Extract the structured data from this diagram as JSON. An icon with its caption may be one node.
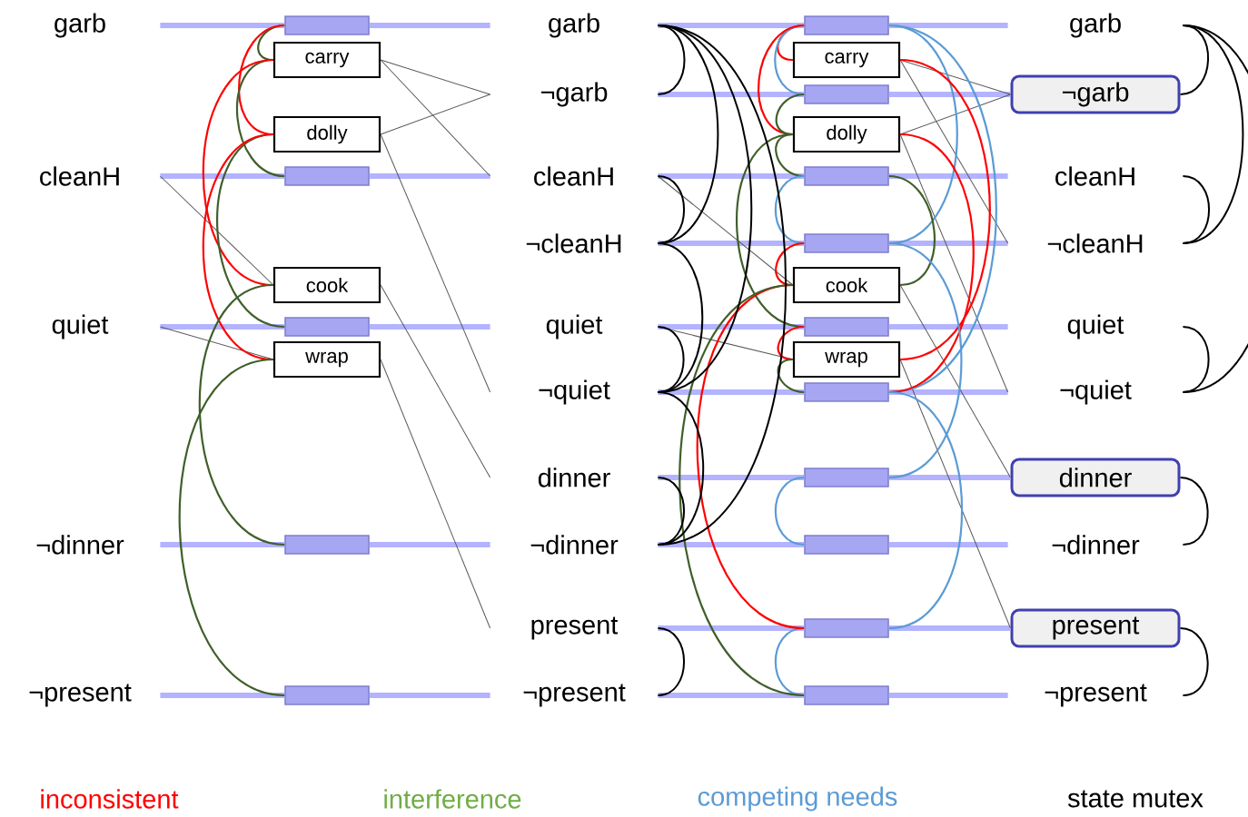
{
  "diagram": {
    "nodes": [
      {
        "text": [
          "garb"
        ]
      },
      {
        "text": [
          "cleanH"
        ]
      },
      {
        "text": [
          "quiet"
        ]
      },
      {
        "text": [
          "¬dinner"
        ]
      },
      {
        "text": [
          "¬present"
        ]
      },
      {
        "text": [],
        "shape": "bar"
      },
      {
        "text": [
          "carry"
        ]
      },
      {
        "text": [
          "dolly"
        ]
      },
      {
        "text": [],
        "shape": "bar"
      },
      {
        "text": [
          "cook"
        ]
      },
      {
        "text": [],
        "shape": "bar"
      },
      {
        "text": [
          "wrap"
        ]
      },
      {
        "text": [],
        "shape": "bar"
      },
      {
        "text": [],
        "shape": "bar"
      },
      {
        "text": [
          "garb"
        ]
      },
      {
        "text": [
          "¬garb"
        ]
      },
      {
        "text": [
          "cleanH"
        ]
      },
      {
        "text": [
          "¬cleanH"
        ]
      },
      {
        "text": [
          "quiet"
        ]
      },
      {
        "text": [
          "¬quiet"
        ]
      },
      {
        "text": [
          "dinner"
        ]
      },
      {
        "text": [
          "¬dinner"
        ]
      },
      {
        "text": [
          "present"
        ]
      },
      {
        "text": [
          "¬present"
        ]
      },
      {
        "text": [],
        "shape": "bar"
      },
      {
        "text": [
          "carry"
        ]
      },
      {
        "text": [],
        "shape": "bar"
      },
      {
        "text": [
          "dolly"
        ]
      },
      {
        "text": [],
        "shape": "bar"
      },
      {
        "text": [],
        "shape": "bar"
      },
      {
        "text": [
          "cook"
        ]
      },
      {
        "text": [],
        "shape": "bar"
      },
      {
        "text": [
          "wrap"
        ]
      },
      {
        "text": [],
        "shape": "bar"
      },
      {
        "text": [],
        "shape": "bar"
      },
      {
        "text": [],
        "shape": "bar"
      },
      {
        "text": [],
        "shape": "bar"
      },
      {
        "text": [],
        "shape": "bar"
      },
      {
        "text": [
          "garb"
        ]
      },
      {
        "text": [
          "¬garb"
        ]
      },
      {
        "text": [
          "cleanH"
        ]
      },
      {
        "text": [
          "¬cleanH"
        ]
      },
      {
        "text": [
          "quiet"
        ]
      },
      {
        "text": [
          "¬quiet"
        ]
      },
      {
        "text": [
          "dinner"
        ]
      },
      {
        "text": [
          "¬dinner"
        ]
      },
      {
        "text": [
          "present"
        ]
      },
      {
        "text": [
          "¬present"
        ]
      }
    ],
    "edges": [
      {
        "from": 0,
        "to": 5,
        "arrow": "none",
        "style": "thick",
        "color": "#b3b3ff"
      },
      {
        "from": 5,
        "to": 14,
        "arrow": "none",
        "style": "thick",
        "color": "#b3b3ff"
      },
      {
        "from": 1,
        "to": 8,
        "arrow": "none",
        "style": "thick",
        "color": "#b3b3ff"
      },
      {
        "from": 8,
        "to": 16,
        "arrow": "none",
        "style": "thick",
        "color": "#b3b3ff"
      },
      {
        "from": 2,
        "to": 10,
        "arrow": "none",
        "style": "thick",
        "color": "#b3b3ff"
      },
      {
        "from": 10,
        "to": 18,
        "arrow": "none",
        "style": "thick",
        "color": "#b3b3ff"
      },
      {
        "from": 3,
        "to": 12,
        "arrow": "none",
        "style": "thick",
        "color": "#b3b3ff"
      },
      {
        "from": 12,
        "to": 21,
        "arrow": "none",
        "style": "thick",
        "color": "#b3b3ff"
      },
      {
        "from": 4,
        "to": 13,
        "arrow": "none",
        "style": "thick",
        "color": "#b3b3ff"
      },
      {
        "from": 13,
        "to": 23,
        "arrow": "none",
        "style": "thick",
        "color": "#b3b3ff"
      },
      {
        "from": 14,
        "to": 24,
        "arrow": "none",
        "style": "thick",
        "color": "#b3b3ff"
      },
      {
        "from": 24,
        "to": 38,
        "arrow": "none",
        "style": "thick",
        "color": "#b3b3ff"
      },
      {
        "from": 15,
        "to": 26,
        "arrow": "none",
        "style": "thick",
        "color": "#b3b3ff"
      },
      {
        "from": 26,
        "to": 39,
        "arrow": "none",
        "style": "thick",
        "color": "#b3b3ff"
      },
      {
        "from": 16,
        "to": 28,
        "arrow": "none",
        "style": "thick",
        "color": "#b3b3ff"
      },
      {
        "from": 28,
        "to": 40,
        "arrow": "none",
        "style": "thick",
        "color": "#b3b3ff"
      },
      {
        "from": 17,
        "to": 29,
        "arrow": "none",
        "style": "thick",
        "color": "#b3b3ff"
      },
      {
        "from": 29,
        "to": 41,
        "arrow": "none",
        "style": "thick",
        "color": "#b3b3ff"
      },
      {
        "from": 18,
        "to": 31,
        "arrow": "none",
        "style": "thick",
        "color": "#b3b3ff"
      },
      {
        "from": 31,
        "to": 42,
        "arrow": "none",
        "style": "thick",
        "color": "#b3b3ff"
      },
      {
        "from": 19,
        "to": 33,
        "arrow": "none",
        "style": "thick",
        "color": "#b3b3ff"
      },
      {
        "from": 33,
        "to": 43,
        "arrow": "none",
        "style": "thick",
        "color": "#b3b3ff"
      },
      {
        "from": 20,
        "to": 34,
        "arrow": "none",
        "style": "thick",
        "color": "#b3b3ff"
      },
      {
        "from": 34,
        "to": 44,
        "arrow": "none",
        "style": "thick",
        "color": "#b3b3ff"
      },
      {
        "from": 21,
        "to": 35,
        "arrow": "none",
        "style": "thick",
        "color": "#b3b3ff"
      },
      {
        "from": 35,
        "to": 45,
        "arrow": "none",
        "style": "thick",
        "color": "#b3b3ff"
      },
      {
        "from": 22,
        "to": 36,
        "arrow": "none",
        "style": "thick",
        "color": "#b3b3ff"
      },
      {
        "from": 36,
        "to": 46,
        "arrow": "none",
        "style": "thick",
        "color": "#b3b3ff"
      },
      {
        "from": 23,
        "to": 37,
        "arrow": "none",
        "style": "thick",
        "color": "#b3b3ff"
      },
      {
        "from": 37,
        "to": 47,
        "arrow": "none",
        "style": "thick",
        "color": "#b3b3ff"
      },
      {
        "from": 6,
        "to": 15,
        "arrow": "none",
        "color": "#5a5a5a"
      },
      {
        "from": 6,
        "to": 16,
        "arrow": "none",
        "color": "#5a5a5a"
      },
      {
        "from": 7,
        "to": 15,
        "arrow": "none",
        "color": "#5a5a5a"
      },
      {
        "from": 7,
        "to": 19,
        "arrow": "none",
        "color": "#5a5a5a"
      },
      {
        "from": 1,
        "to": 9,
        "arrow": "none",
        "color": "#5a5a5a"
      },
      {
        "from": 9,
        "to": 20,
        "arrow": "none",
        "color": "#5a5a5a"
      },
      {
        "from": 2,
        "to": 11,
        "arrow": "none",
        "color": "#5a5a5a"
      },
      {
        "from": 11,
        "to": 22,
        "arrow": "none",
        "color": "#5a5a5a"
      },
      {
        "from": 25,
        "to": 39,
        "arrow": "none",
        "color": "#5a5a5a"
      },
      {
        "from": 25,
        "to": 41,
        "arrow": "none",
        "color": "#5a5a5a"
      },
      {
        "from": 27,
        "to": 39,
        "arrow": "none",
        "color": "#5a5a5a"
      },
      {
        "from": 27,
        "to": 43,
        "arrow": "none",
        "color": "#5a5a5a"
      },
      {
        "from": 16,
        "to": 30,
        "arrow": "none",
        "color": "#5a5a5a"
      },
      {
        "from": 30,
        "to": 44,
        "arrow": "none",
        "color": "#5a5a5a"
      },
      {
        "from": 18,
        "to": 32,
        "arrow": "none",
        "color": "#5a5a5a"
      },
      {
        "from": 32,
        "to": 46,
        "arrow": "none",
        "color": "#5a5a5a"
      },
      {
        "from": 5,
        "to": 6,
        "arrow": "none",
        "color": "#3f5f2a"
      },
      {
        "from": 5,
        "to": 7,
        "arrow": "none",
        "color": "#ff0000"
      },
      {
        "from": 6,
        "to": 8,
        "arrow": "none",
        "color": "#3f5f2a"
      },
      {
        "from": 6,
        "to": 9,
        "arrow": "none",
        "color": "#ff0000"
      },
      {
        "from": 7,
        "to": 10,
        "arrow": "none",
        "color": "#3f5f2a"
      },
      {
        "from": 7,
        "to": 11,
        "arrow": "none",
        "color": "#ff0000"
      },
      {
        "from": 9,
        "to": 12,
        "arrow": "none",
        "color": "#3f5f2a"
      },
      {
        "from": 11,
        "to": 13,
        "arrow": "none",
        "color": "#3f5f2a"
      },
      {
        "from": 24,
        "to": 25,
        "arrow": "none",
        "color": "#ff0000"
      },
      {
        "from": 24,
        "to": 26,
        "arrow": "none",
        "color": "#5b9bd5"
      },
      {
        "from": 24,
        "to": 27,
        "arrow": "none",
        "color": "#ff0000"
      },
      {
        "from": 26,
        "to": 27,
        "arrow": "none",
        "color": "#3f5f2a"
      },
      {
        "from": 27,
        "to": 28,
        "arrow": "none",
        "color": "#3f5f2a"
      },
      {
        "from": 28,
        "to": 29,
        "arrow": "none",
        "color": "#5b9bd5"
      },
      {
        "from": 27,
        "to": 31,
        "arrow": "none",
        "color": "#3f5f2a"
      },
      {
        "from": 29,
        "to": 30,
        "arrow": "none",
        "color": "#ff0000"
      },
      {
        "from": 31,
        "to": 32,
        "arrow": "none",
        "color": "#ff0000"
      },
      {
        "from": 32,
        "to": 33,
        "arrow": "none",
        "color": "#3f5f2a"
      },
      {
        "from": 34,
        "to": 35,
        "arrow": "none",
        "color": "#5b9bd5"
      },
      {
        "from": 36,
        "to": 37,
        "arrow": "none",
        "color": "#5b9bd5"
      },
      {
        "from": 30,
        "to": 36,
        "arrow": "none",
        "color": "#ff0000"
      },
      {
        "from": 30,
        "to": 37,
        "arrow": "none",
        "color": "#3f5f2a"
      },
      {
        "from": 24,
        "to": 29,
        "arrow": "none",
        "color": "#5b9bd5"
      },
      {
        "from": 24,
        "to": 33,
        "arrow": "none",
        "color": "#5b9bd5"
      },
      {
        "from": 25,
        "to": 32,
        "arrow": "none",
        "color": "#ff0000"
      },
      {
        "from": 27,
        "to": 33,
        "arrow": "none",
        "color": "#ff0000"
      },
      {
        "from": 28,
        "to": 30,
        "arrow": "none",
        "color": "#3f5f2a"
      },
      {
        "from": 29,
        "to": 34,
        "arrow": "none",
        "color": "#5b9bd5"
      },
      {
        "from": 33,
        "to": 36,
        "arrow": "none",
        "color": "#5b9bd5"
      },
      {
        "from": 14,
        "to": 15,
        "arrow": "none",
        "color": "#000000"
      },
      {
        "from": 14,
        "to": 17,
        "arrow": "none",
        "color": "#000000"
      },
      {
        "from": 14,
        "to": 19,
        "arrow": "none",
        "color": "#000000"
      },
      {
        "from": 14,
        "to": 21,
        "arrow": "none",
        "color": "#000000"
      },
      {
        "from": 16,
        "to": 17,
        "arrow": "none",
        "color": "#000000"
      },
      {
        "from": 17,
        "to": 19,
        "arrow": "none",
        "color": "#000000"
      },
      {
        "from": 18,
        "to": 19,
        "arrow": "none",
        "color": "#000000"
      },
      {
        "from": 19,
        "to": 21,
        "arrow": "none",
        "color": "#000000"
      },
      {
        "from": 20,
        "to": 21,
        "arrow": "none",
        "color": "#000000"
      },
      {
        "from": 22,
        "to": 23,
        "arrow": "none",
        "color": "#000000"
      },
      {
        "from": 38,
        "to": 39,
        "arrow": "none",
        "color": "#000000"
      },
      {
        "from": 38,
        "to": 41,
        "arrow": "none",
        "color": "#000000"
      },
      {
        "from": 38,
        "to": 43,
        "arrow": "none",
        "color": "#000000"
      },
      {
        "from": 40,
        "to": 41,
        "arrow": "none",
        "color": "#000000"
      },
      {
        "from": 42,
        "to": 43,
        "arrow": "none",
        "color": "#000000"
      },
      {
        "from": 44,
        "to": 45,
        "arrow": "none",
        "color": "#000000"
      },
      {
        "from": 46,
        "to": 47,
        "arrow": "none",
        "color": "#000000"
      }
    ],
    "legend": [
      {
        "text": "inconsistent",
        "color": "#ff0000"
      },
      {
        "text": "interference",
        "color": "#70ad47"
      },
      {
        "text": "competing needs",
        "color": "#5b9bd5"
      },
      {
        "text": "state mutex",
        "color": "#000000"
      }
    ]
  }
}
